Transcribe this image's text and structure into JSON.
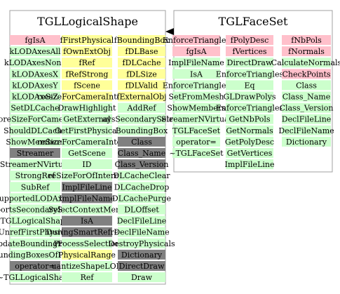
{
  "colors": {
    "pink": "#ffc0cb",
    "yellow": "#ffff99",
    "green": "#ccffcc",
    "gray": "#808080",
    "frame": "#a0a0a0",
    "text": "#000000",
    "arrow": "#000000"
  },
  "classes": [
    {
      "title": "TGLLogicalShape",
      "columns": [
        [
          {
            "label": "fgIsA",
            "kind": "pink"
          },
          {
            "label": "kLODAxesAll",
            "kind": "green"
          },
          {
            "label": "kLODAxesNone",
            "kind": "green"
          },
          {
            "label": "kLODAxesX",
            "kind": "green"
          },
          {
            "label": "kLODAxesY",
            "kind": "green"
          },
          {
            "label": "kLODAxesZ",
            "kind": "green"
          },
          {
            "label": "SetDLCache",
            "kind": "green"
          },
          {
            "label": "oreSizeForCamera",
            "kind": "green"
          },
          {
            "label": "ShouldDLCache",
            "kind": "green"
          },
          {
            "label": "ShowMembers",
            "kind": "green"
          },
          {
            "label": "Streamer",
            "kind": "gray"
          },
          {
            "label": "StreamerNVirtual",
            "kind": "green"
          },
          {
            "label": "StrongRef",
            "kind": "green"
          },
          {
            "label": "SubRef",
            "kind": "green"
          },
          {
            "label": "upportedLODAxes",
            "kind": "green"
          },
          {
            "label": "portsSecondarySele",
            "kind": "green"
          },
          {
            "label": "TGLLogicalShape",
            "kind": "green"
          },
          {
            "label": "UnrefFirstPhysical",
            "kind": "green"
          },
          {
            "label": "pdateBoundingBox",
            "kind": "green"
          },
          {
            "label": "oundingBoxesOfPhys",
            "kind": "green"
          },
          {
            "label": "operator=",
            "kind": "gray"
          },
          {
            "label": "~TGLLogicalShape",
            "kind": "green"
          }
        ],
        [
          {
            "label": "fFirstPhysical",
            "kind": "yellow"
          },
          {
            "label": "fOwnExtObj",
            "kind": "yellow"
          },
          {
            "label": "fRef",
            "kind": "yellow"
          },
          {
            "label": "fRefStrong",
            "kind": "yellow"
          },
          {
            "label": "fScene",
            "kind": "yellow"
          },
          {
            "label": "reSizeForCameraInterest",
            "kind": "yellow"
          },
          {
            "label": "DrawHighlight",
            "kind": "green"
          },
          {
            "label": "GetExternal",
            "kind": "green"
          },
          {
            "label": "GetFirstPhysical",
            "kind": "green"
          },
          {
            "label": "reSizeForCameraInterest",
            "kind": "green"
          },
          {
            "label": "GetScene",
            "kind": "green"
          },
          {
            "label": "ID",
            "kind": "green"
          },
          {
            "label": "reSizeForOfInterest",
            "kind": "green"
          },
          {
            "label": "ImplFileLine",
            "kind": "gray"
          },
          {
            "label": "ImplFileName",
            "kind": "gray"
          },
          {
            "label": "SelectContextMenu",
            "kind": "green"
          },
          {
            "label": "IsA",
            "kind": "gray"
          },
          {
            "label": "DuringSmartRefresh",
            "kind": "gray"
          },
          {
            "label": "ProcessSelection",
            "kind": "green"
          },
          {
            "label": "PhysicalRange",
            "kind": "yellow"
          },
          {
            "label": "uantizeShapeLOD",
            "kind": "green"
          },
          {
            "label": "Ref",
            "kind": "green"
          }
        ],
        [
          {
            "label": "fBoundingBox",
            "kind": "yellow"
          },
          {
            "label": "fDLBase",
            "kind": "yellow"
          },
          {
            "label": "fDLCache",
            "kind": "yellow"
          },
          {
            "label": "fDLSize",
            "kind": "yellow"
          },
          {
            "label": "fDLValid",
            "kind": "yellow"
          },
          {
            "label": "fExternalObj",
            "kind": "yellow"
          },
          {
            "label": "AddRef",
            "kind": "green"
          },
          {
            "label": "aysSecondarySelect",
            "kind": "green"
          },
          {
            "label": "BoundingBox",
            "kind": "green"
          },
          {
            "label": "Class",
            "kind": "gray"
          },
          {
            "label": "Class_Name",
            "kind": "gray"
          },
          {
            "label": "Class_Version",
            "kind": "gray"
          },
          {
            "label": "DLCacheClear",
            "kind": "green"
          },
          {
            "label": "DLCacheDrop",
            "kind": "green"
          },
          {
            "label": "DLCachePurge",
            "kind": "green"
          },
          {
            "label": "DLOffset",
            "kind": "green"
          },
          {
            "label": "DeclFileLine",
            "kind": "green"
          },
          {
            "label": "DeclFileName",
            "kind": "green"
          },
          {
            "label": "DestroyPhysicals",
            "kind": "green"
          },
          {
            "label": "Dictionary",
            "kind": "gray"
          },
          {
            "label": "DirectDraw",
            "kind": "gray"
          },
          {
            "label": "Draw",
            "kind": "green"
          }
        ]
      ]
    },
    {
      "title": "TGLFaceSet",
      "columns": [
        [
          {
            "label": "EnforceTriangles",
            "kind": "pink"
          },
          {
            "label": "fgIsA",
            "kind": "pink"
          },
          {
            "label": "ImplFileName",
            "kind": "green"
          },
          {
            "label": "IsA",
            "kind": "green"
          },
          {
            "label": "EnforceTriangles",
            "kind": "green"
          },
          {
            "label": "SetFromMesh",
            "kind": "green"
          },
          {
            "label": "ShowMembers",
            "kind": "green"
          },
          {
            "label": "StreamerNVirtual",
            "kind": "green"
          },
          {
            "label": "TGLFaceSet",
            "kind": "green"
          },
          {
            "label": "operator=",
            "kind": "green"
          },
          {
            "label": "~TGLFaceSet",
            "kind": "green"
          }
        ],
        [
          {
            "label": "fPolyDesc",
            "kind": "pink"
          },
          {
            "label": "fVertices",
            "kind": "pink"
          },
          {
            "label": "DirectDraw",
            "kind": "green"
          },
          {
            "label": "EnforceTriangles",
            "kind": "green"
          },
          {
            "label": "Eq",
            "kind": "green"
          },
          {
            "label": "GLDrawPolys",
            "kind": "green"
          },
          {
            "label": "EnforceTriangles",
            "kind": "green"
          },
          {
            "label": "GetNbPols",
            "kind": "green"
          },
          {
            "label": "GetNormals",
            "kind": "green"
          },
          {
            "label": "GetPolyDesc",
            "kind": "green"
          },
          {
            "label": "GetVertices",
            "kind": "green"
          },
          {
            "label": "ImplFileLine",
            "kind": "green"
          }
        ],
        [
          {
            "label": "fNbPols",
            "kind": "pink"
          },
          {
            "label": "fNormals",
            "kind": "pink"
          },
          {
            "label": "CalculateNormals",
            "kind": "green"
          },
          {
            "label": "CheckPoints",
            "kind": "pink"
          },
          {
            "label": "Class",
            "kind": "green"
          },
          {
            "label": "Class_Name",
            "kind": "green"
          },
          {
            "label": "Class_Version",
            "kind": "green"
          },
          {
            "label": "DeclFileLine",
            "kind": "green"
          },
          {
            "label": "DeclFileName",
            "kind": "green"
          },
          {
            "label": "Dictionary",
            "kind": "green"
          }
        ]
      ]
    }
  ]
}
